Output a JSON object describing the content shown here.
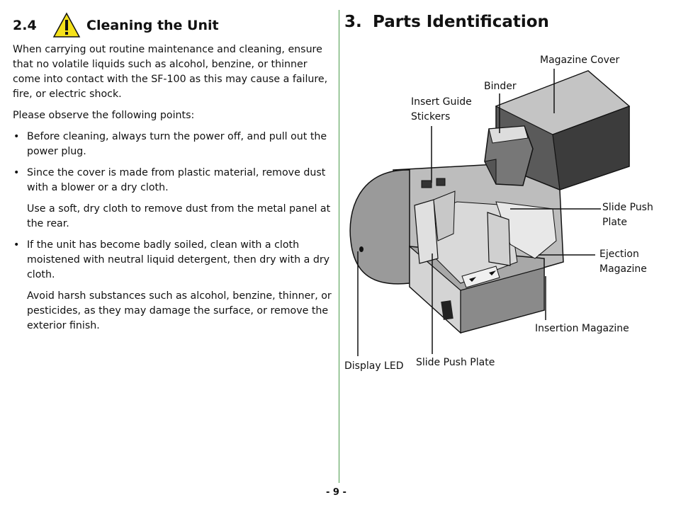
{
  "left": {
    "section_number": "2.4",
    "section_title": "Cleaning the Unit",
    "icons": {
      "warning": "warning-triangle-icon"
    },
    "intro": "When carrying out routine maintenance and cleaning, ensure that no volatile liquids such as alcohol, benzine, or thinner come into contact with the SF-100 as this may cause a failure, fire, or electric shock.",
    "observe": "Please observe the following points:",
    "bullet_char": "•",
    "bullets": [
      {
        "text": "Before cleaning, always turn the power off, and pull out the power plug."
      },
      {
        "text": "Since the cover is made from plastic material, remove dust with a blower or a dry cloth.",
        "sub": "Use a soft, dry cloth to remove dust from the metal panel at the rear."
      },
      {
        "text": "If the unit has become badly soiled, clean with a cloth moistened with neutral liquid detergent, then dry with a dry cloth.",
        "sub": "Avoid harsh substances such as alcohol, benzine, thinner, or pesticides, as they may damage the surface, or remove the exterior finish."
      }
    ]
  },
  "right": {
    "section_number": "3.",
    "section_title": "Parts Identification",
    "labels": {
      "magazine_cover": "Magazine Cover",
      "binder": "Binder",
      "insert_guide_1": "Insert Guide",
      "insert_guide_2": "Stickers",
      "slide_push_plate_right_1": "Slide Push",
      "slide_push_plate_right_2": "Plate",
      "ejection_1": "Ejection",
      "ejection_2": "Magazine",
      "insertion_magazine": "Insertion Magazine",
      "display_led": "Display LED",
      "slide_push_plate_bottom": "Slide Push Plate"
    }
  },
  "colors": {
    "divider": "#4a9a4a",
    "warning": "#f5e11a"
  },
  "footer": {
    "page_number": "- 9 -"
  }
}
